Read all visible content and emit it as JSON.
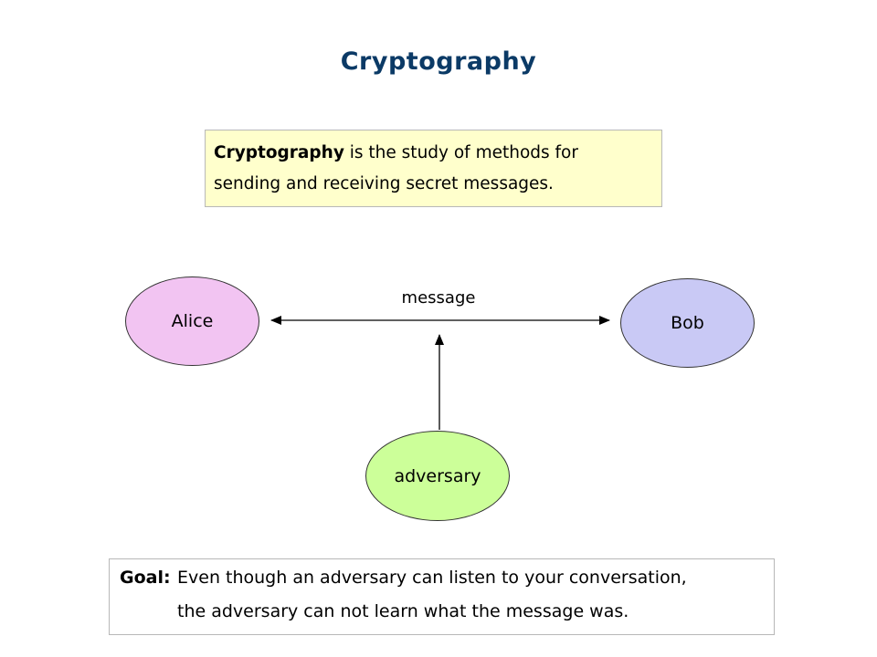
{
  "title": "Cryptography",
  "definition": {
    "term": "Cryptography",
    "rest_line1": " is the study of methods for",
    "line2": "sending and receiving secret messages."
  },
  "diagram": {
    "nodes": {
      "alice": "Alice",
      "bob": "Bob",
      "adversary": "adversary"
    },
    "edge_label": "message",
    "colors": {
      "alice": "#f2c4f2",
      "bob": "#c9c9f5",
      "adversary": "#ccff99"
    }
  },
  "goal": {
    "label": "Goal:",
    "line1": "Even though an adversary can listen to your conversation,",
    "line2": "the adversary can not learn what the message was."
  }
}
